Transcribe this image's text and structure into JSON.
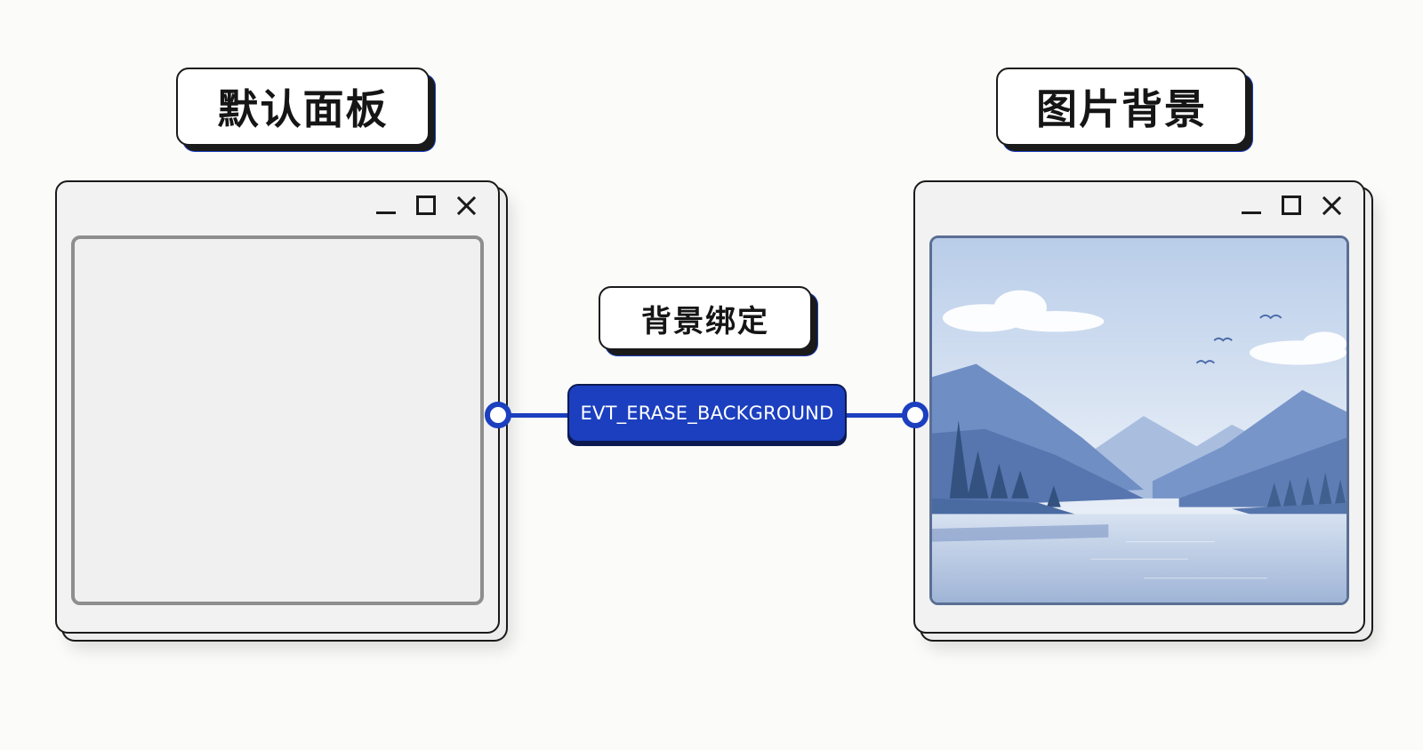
{
  "labels": {
    "default_panel": "默认面板",
    "image_background": "图片背景",
    "background_binding": "背景绑定",
    "event_name": "EVT_ERASE_BACKGROUND"
  },
  "icons": {
    "minimize": "minimize-icon",
    "maximize": "maximize-icon",
    "close": "close-icon"
  },
  "colors": {
    "accent_blue": "#1b3fbf",
    "outline": "#1a1a1a",
    "panel_gray": "#f0f0f0",
    "page_background": "#fbfbf9"
  }
}
